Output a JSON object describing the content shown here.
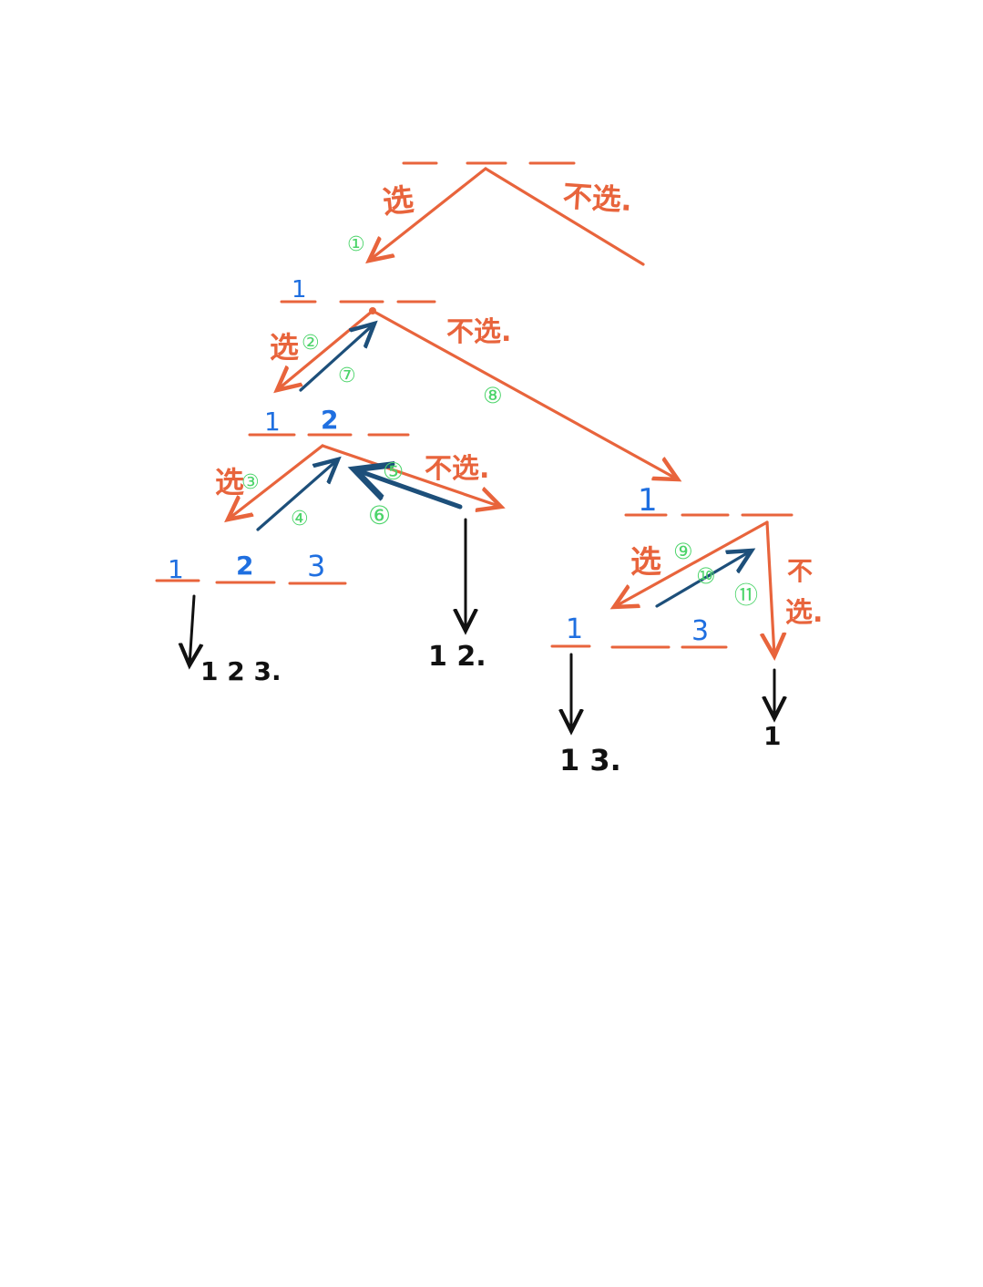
{
  "colors": {
    "branch": "#e8643c",
    "backtrack": "#1d4f7a",
    "number": "#1f6fe0",
    "step": "#4cd46a",
    "result": "#111111"
  },
  "labels": {
    "choose": "选",
    "skip": "不选.",
    "skip_vertical": [
      "不",
      "选."
    ]
  },
  "numbers": {
    "level1": [
      "1"
    ],
    "level2": [
      "1",
      "2"
    ],
    "leaf_left": [
      "1",
      "2",
      "3"
    ],
    "level2_right": [
      "1"
    ],
    "leaf_right": [
      "1",
      "3"
    ]
  },
  "steps": [
    "①",
    "②",
    "③",
    "④",
    "⑤",
    "⑥",
    "⑦",
    "⑧",
    "⑨",
    "⑩",
    "⑪"
  ],
  "results": [
    "1 2 3.",
    "1 2.",
    "1 3.",
    "1"
  ]
}
